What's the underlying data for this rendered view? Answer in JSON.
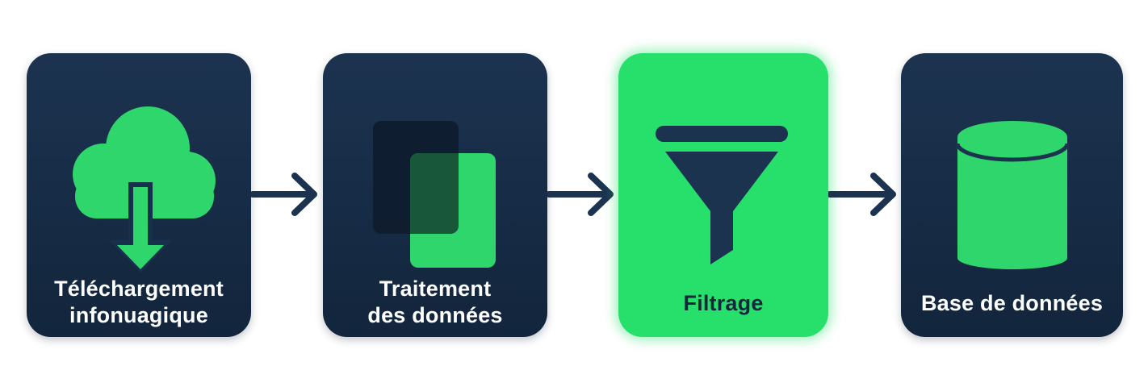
{
  "colors": {
    "card_dark": "#1c3350",
    "card_active": "#27e06c",
    "accent_green": "#2fd66b",
    "arrow": "#1c3350",
    "text_light": "#ffffff",
    "text_dark": "#14263b"
  },
  "steps": [
    {
      "label_line1": "Téléchargement",
      "label_line2": "infonuagique",
      "icon": "cloud-download-icon",
      "active": false
    },
    {
      "label_line1": "Traitement",
      "label_line2": "des données",
      "icon": "overlapping-documents-icon",
      "active": false
    },
    {
      "label_line1": "Filtrage",
      "icon": "funnel-filter-icon",
      "active": true
    },
    {
      "label_line1": "Base de données",
      "icon": "database-cylinder-icon",
      "active": false
    }
  ],
  "connectors": [
    {
      "from": 1,
      "to": 2,
      "icon": "arrow-right-icon"
    },
    {
      "from": 2,
      "to": 3,
      "icon": "arrow-right-icon"
    },
    {
      "from": 3,
      "to": 4,
      "icon": "arrow-right-icon"
    }
  ]
}
